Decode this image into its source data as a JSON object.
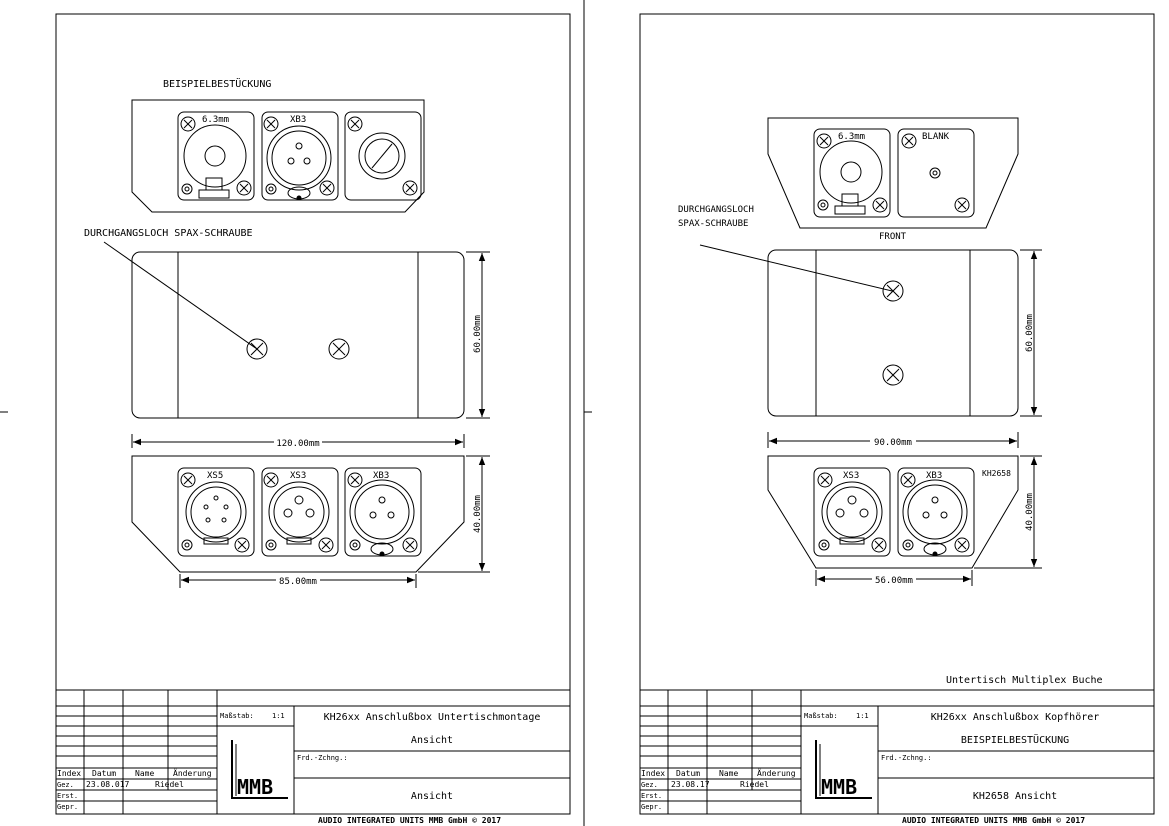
{
  "sheets": [
    {
      "heading": "BEISPIELBESTÜCKUNG",
      "callout": [
        "DURCHGANGSLOCH SPAX-SCHRAUBE"
      ],
      "front_labels": [
        "6.3mm",
        "XB3"
      ],
      "rear_labels": [
        "XS5",
        "XS3",
        "XB3"
      ],
      "dims": {
        "height": "60.00mm",
        "width": "120.00mm",
        "depth": "40.00mm",
        "base": "85.00mm"
      },
      "title_block": {
        "scale_label": "Maßstab:",
        "scale_value": "1:1",
        "line1": "KH26xx Anschlußbox Untertischmontage",
        "line2": "Ansicht",
        "frd_label": "Frd.-Zchng.:",
        "line3": "Ansicht",
        "col_index": "Index",
        "col_datum": "Datum",
        "col_name": "Name",
        "col_aenderung": "Änderung",
        "row_gez": "Gez.",
        "row_erst": "Erst.",
        "row_gepr": "Gepr.",
        "date": "23.08.017",
        "name": "Riedel",
        "logo": "MMB"
      },
      "footer": "AUDIO INTEGRATED UNITS MMB GmbH © 2017"
    },
    {
      "callout": [
        "DURCHGANGSLOCH",
        "SPAX-SCHRAUBE"
      ],
      "front_labels": [
        "6.3mm",
        "BLANK"
      ],
      "front_caption": "FRONT",
      "rear_labels": [
        "XS3",
        "XB3",
        "KH2658"
      ],
      "dims": {
        "height": "60.00mm",
        "width": "90.00mm",
        "depth": "40.00mm",
        "base": "56.00mm"
      },
      "note": "Untertisch Multiplex Buche",
      "title_block": {
        "scale_label": "Maßstab:",
        "scale_value": "1:1",
        "line1": "KH26xx Anschlußbox Kopfhörer",
        "line2": "BEISPIELBESTÜCKUNG",
        "frd_label": "Frd.-Zchng.:",
        "line3": "KH2658 Ansicht",
        "col_index": "Index",
        "col_datum": "Datum",
        "col_name": "Name",
        "col_aenderung": "Änderung",
        "row_gez": "Gez.",
        "row_erst": "Erst.",
        "row_gepr": "Gepr.",
        "date": "23.08.17",
        "name": "Riedel",
        "logo": "MMB"
      },
      "footer": "AUDIO INTEGRATED UNITS MMB GmbH © 2017"
    }
  ]
}
